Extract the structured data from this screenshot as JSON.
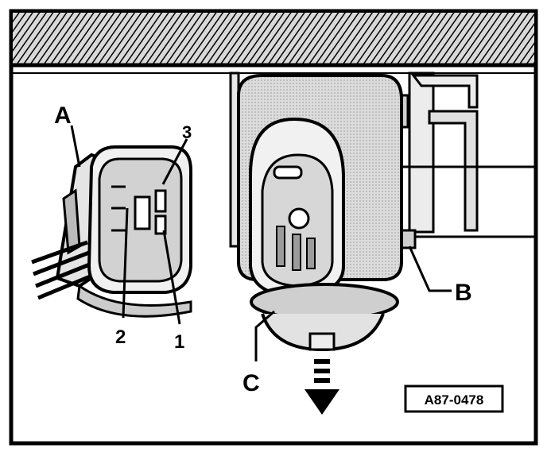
{
  "figure": {
    "labels": {
      "a": "A",
      "b": "B",
      "c": "C",
      "one": "1",
      "two": "2",
      "three": "3"
    },
    "reference_code": "A87-0478",
    "colors": {
      "ink": "#000000",
      "paper": "#ffffff",
      "light_gray": "#e6e6e6",
      "mid_gray": "#bdbdbd",
      "dark_gray": "#7a7a7a"
    },
    "icons": [
      "connector-illustration",
      "sensor-illustration",
      "bracket-illustration",
      "downward-arrow-icon"
    ]
  }
}
